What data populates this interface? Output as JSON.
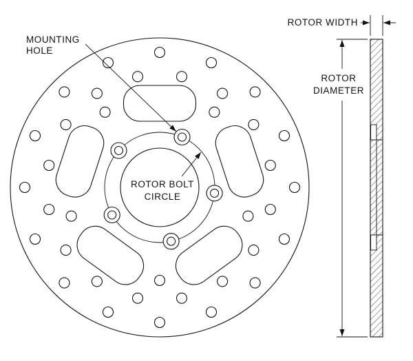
{
  "diagram": {
    "type": "technical-drawing",
    "subject": "brake-rotor",
    "views": {
      "front_view": "rotor face with drilled holes, vent slots, bolt circle and hub bore",
      "side_view": "hatched cross-section of rotor"
    },
    "labels": {
      "mounting_hole": {
        "line1": "MOUNTING",
        "line2": "HOLE"
      },
      "rotor_bolt_circle": {
        "line1": "ROTOR BOLT",
        "line2": "CIRCLE"
      },
      "rotor_width": "ROTOR WIDTH",
      "rotor_diameter": {
        "line1": "ROTOR",
        "line2": "DIAMETER"
      }
    },
    "colors": {
      "line": "#111111",
      "background": "#ffffff"
    }
  }
}
